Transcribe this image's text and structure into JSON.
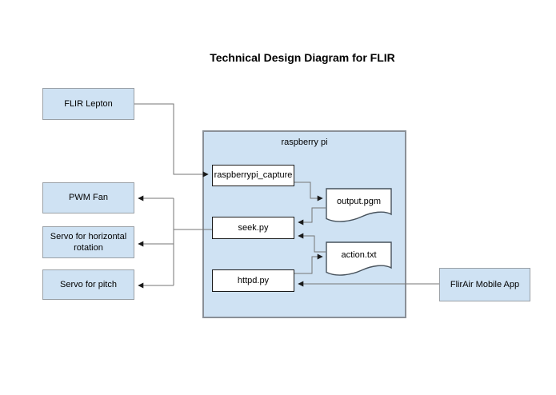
{
  "title": "Technical Design Diagram for FLIR",
  "container": {
    "label": "raspberry pi"
  },
  "nodes": {
    "flir_lepton": {
      "label": "FLIR Lepton"
    },
    "pwm_fan": {
      "label": "PWM Fan"
    },
    "servo_horizontal": {
      "label": "Servo for horizontal rotation"
    },
    "servo_pitch": {
      "label": "Servo for pitch"
    },
    "raspberrypi_capture": {
      "label": "raspberrypi_capture"
    },
    "seek_py": {
      "label": "seek.py"
    },
    "httpd_py": {
      "label": "httpd.py"
    },
    "output_pgm": {
      "label": "output.pgm"
    },
    "action_txt": {
      "label": "action.txt"
    },
    "flirair_mobile_app": {
      "label": "FlirAir Mobile App"
    }
  },
  "colors": {
    "shape_fill": "#cfe2f3",
    "shape_border": "#9aa0a6",
    "container_border": "#8a9097",
    "process_fill": "#ffffff",
    "process_border": "#1a1a1a",
    "document_border": "#47525c",
    "connector": "#757575",
    "arrowhead": "#1a1a1a"
  }
}
